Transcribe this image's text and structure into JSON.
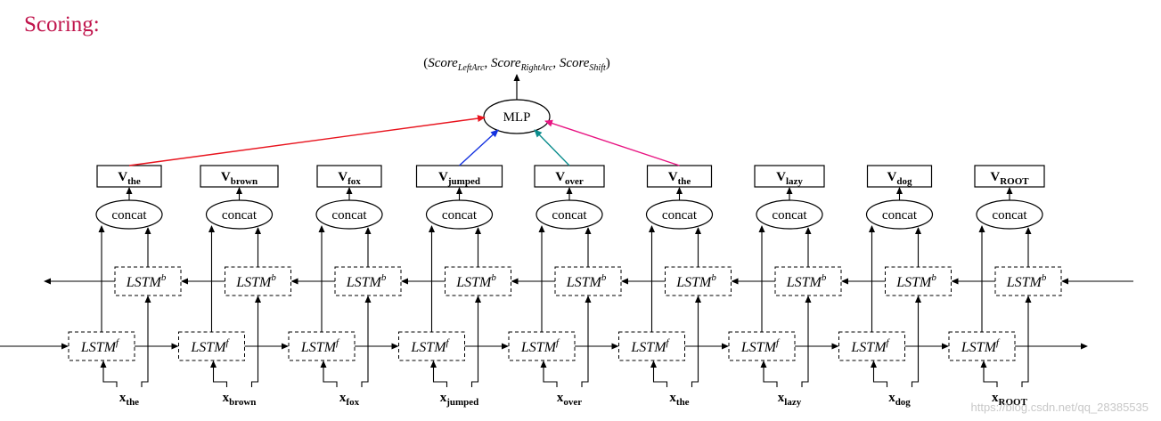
{
  "title": "Scoring:",
  "output": {
    "prefix": "(",
    "score_word": "Score",
    "left_arc": "LeftArc",
    "right_arc": "RightArc",
    "shift": "Shift",
    "sep": ", ",
    "suffix": ")"
  },
  "mlp_label": "MLP",
  "concat_label": "concat",
  "lstm_label": "LSTM",
  "lstm_forward_sup": "f",
  "lstm_backward_sup": "b",
  "vector_symbol": "V",
  "input_symbol": "x",
  "tokens": [
    "the",
    "brown",
    "fox",
    "jumped",
    "over",
    "the",
    "lazy",
    "dog",
    "ROOT"
  ],
  "mlp_inputs": [
    {
      "token_index": 0,
      "color": "#e8141e"
    },
    {
      "token_index": 3,
      "color": "#1432e0"
    },
    {
      "token_index": 4,
      "color": "#0a8c8c"
    },
    {
      "token_index": 5,
      "color": "#e81482"
    }
  ],
  "watermark": "https://blog.csdn.net/qq_28385535"
}
